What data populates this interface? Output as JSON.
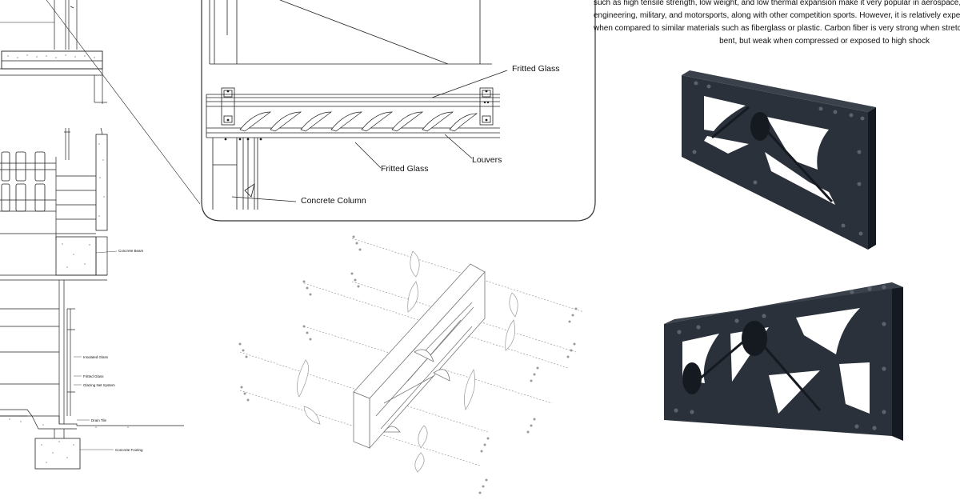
{
  "description": {
    "lines": [
      "such as high tensile strength, low weight, and low thermal expansion make it very popular in aerospace, civil",
      "engineering, military, and motorsports, along with other competition sports. However, it is relatively expensive",
      "when compared to similar materials such as fiberglass or plastic. Carbon fiber is very strong when stretched or",
      "bent, but weak when compressed or exposed to high shock"
    ]
  },
  "detail_callout": {
    "labels": {
      "fritted_glass_top": "Fritted Glass",
      "fritted_glass_bottom": "Fritted Glass",
      "louvers": "Louvers",
      "concrete_column": "Concrete Column"
    }
  },
  "section": {
    "labels": {
      "concrete_beam": "Concrete Beam",
      "insulated_glass": "Insulated Glass",
      "fritted_glass": "Fritted Glass",
      "glazing_net_system": "Glazing Net System",
      "drain_tile": "Drain Tile",
      "concrete_footing": "Concrete Footing"
    }
  },
  "colors": {
    "line": "#222222",
    "truss_face": "#2b313a",
    "truss_dark": "#151a20",
    "truss_light": "#3a414b",
    "bolt": "#5b626c"
  }
}
